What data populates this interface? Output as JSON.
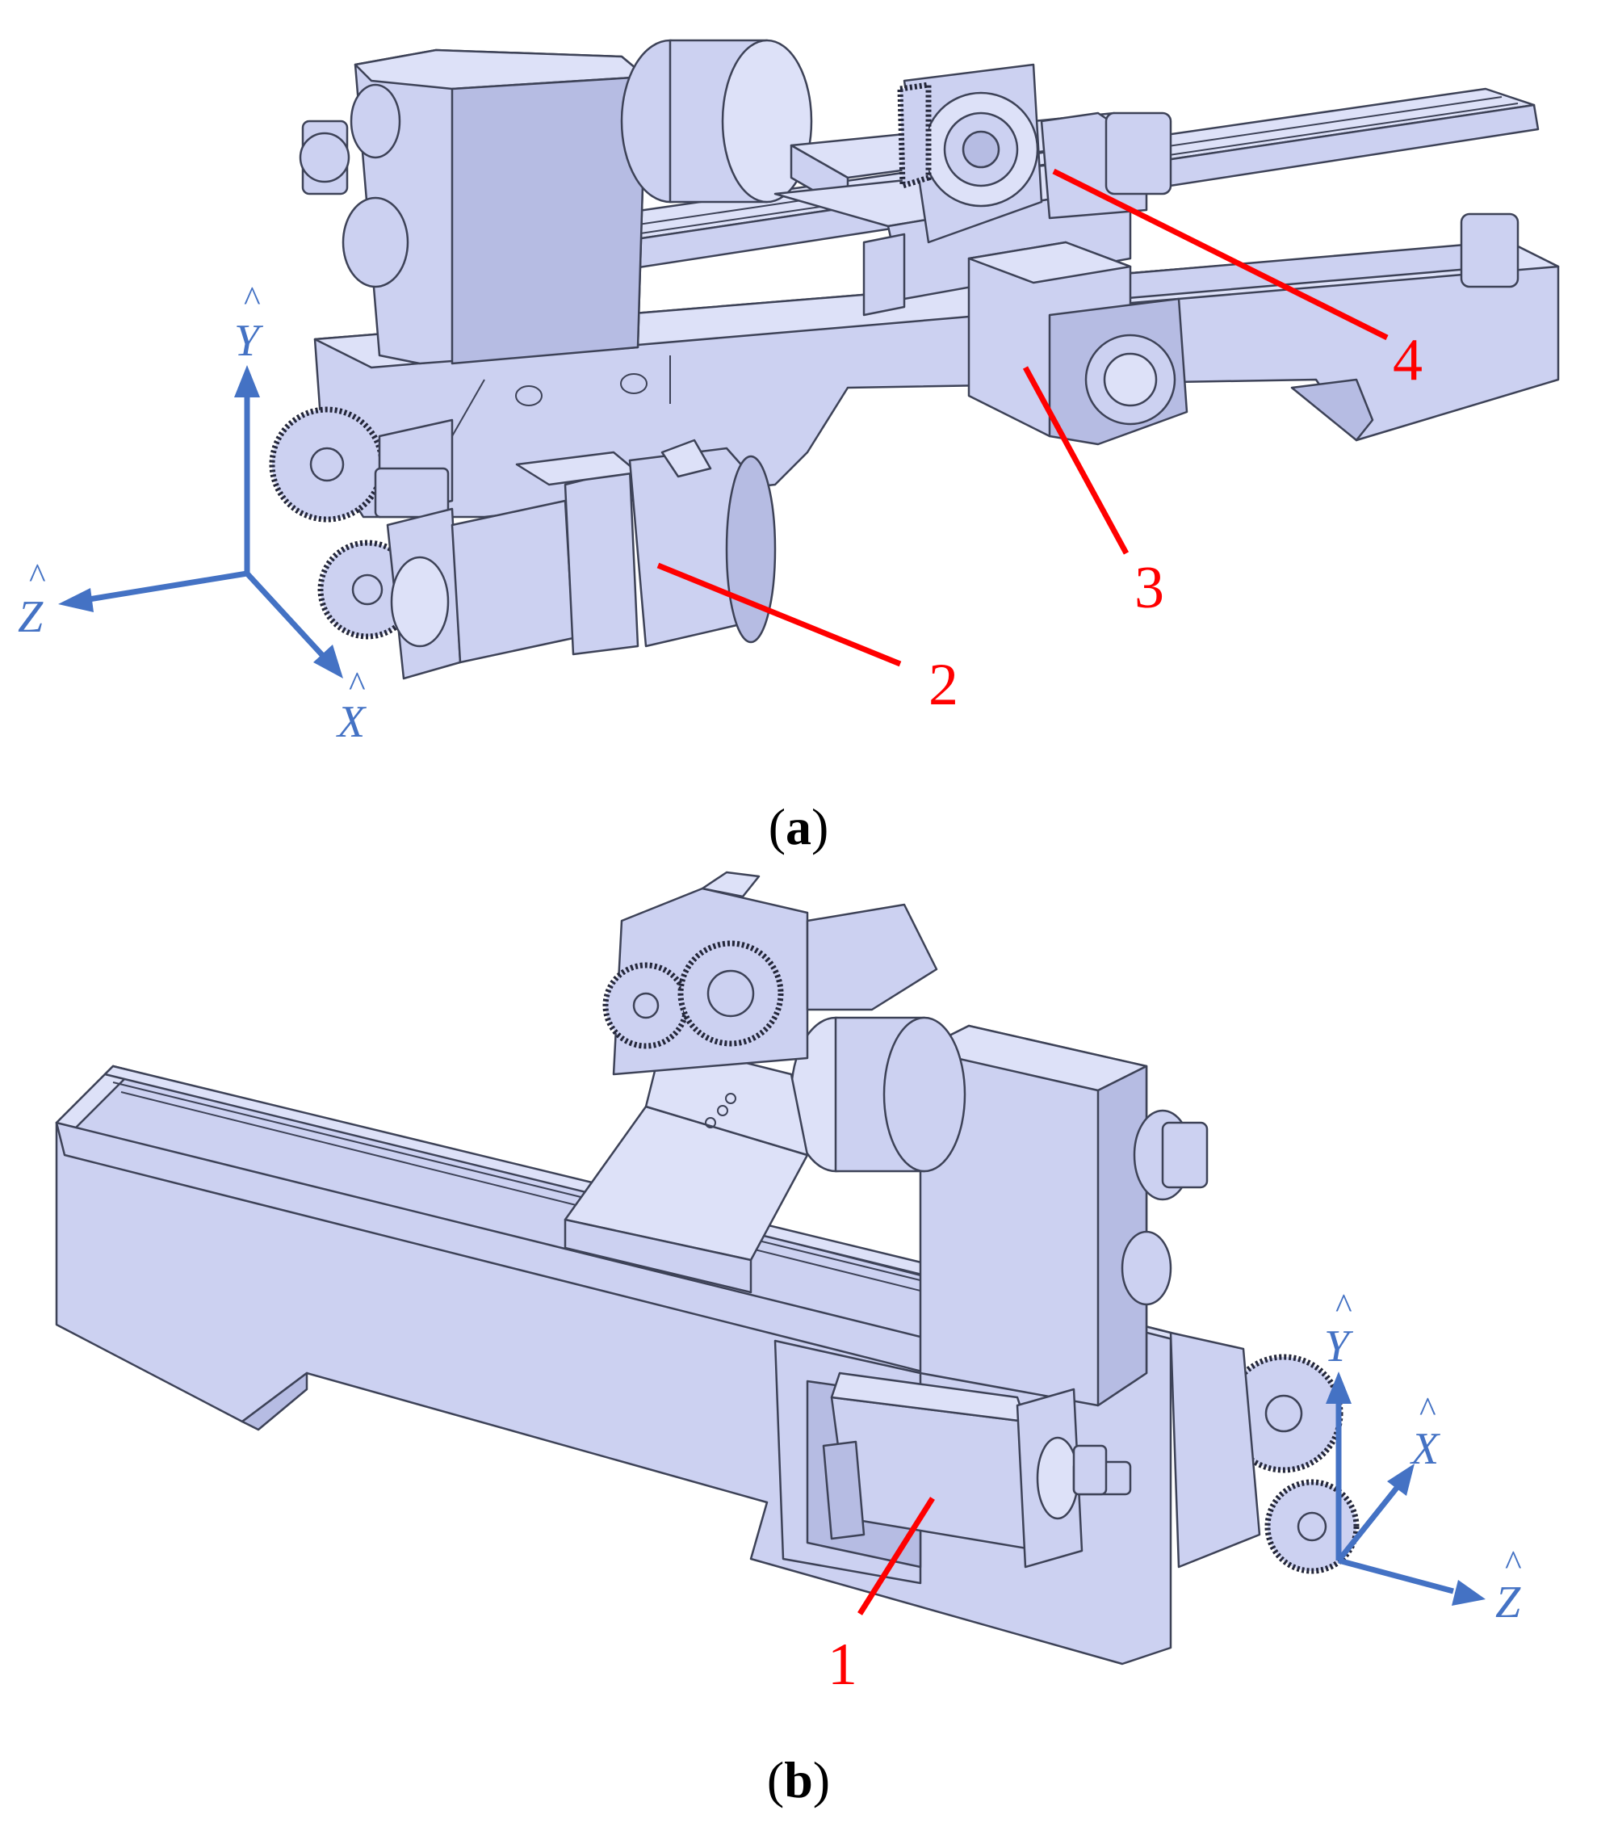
{
  "panels": [
    {
      "id": "a",
      "caption_open": "(",
      "caption_letter": "a",
      "caption_close": ")",
      "callouts": [
        "2",
        "3",
        "4"
      ]
    },
    {
      "id": "b",
      "caption_open": "(",
      "caption_letter": "b",
      "caption_close": ")",
      "callouts": [
        "1"
      ]
    }
  ],
  "axes": {
    "x": "X",
    "y": "Y",
    "z": "Z",
    "hat": "^"
  },
  "colors": {
    "part_fill": "#ccd1f1",
    "outline": "#3d4257",
    "callout": "#ff0000",
    "axis": "#4472c4"
  }
}
